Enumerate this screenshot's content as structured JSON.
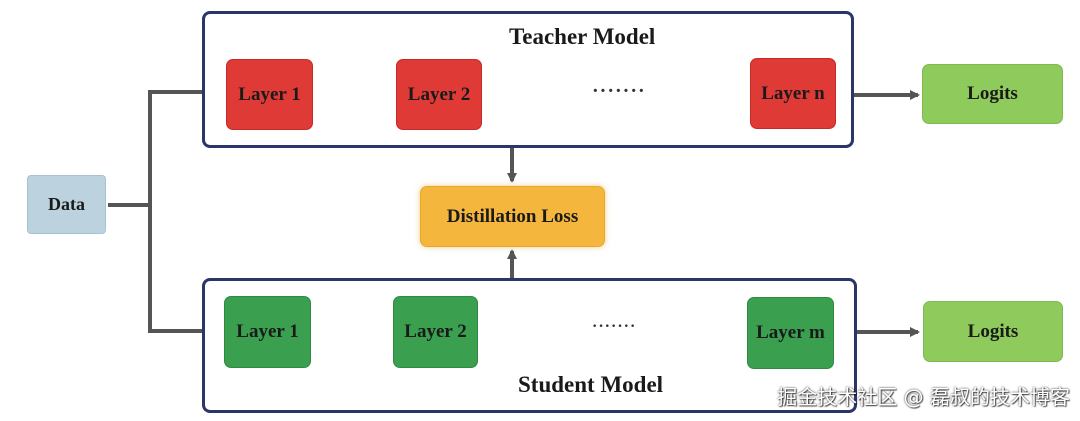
{
  "input": {
    "label": "Data"
  },
  "teacher": {
    "title": "Teacher Model",
    "layers": [
      "Layer 1",
      "Layer 2",
      "Layer n"
    ],
    "ellipsis": "·······",
    "output": "Logits"
  },
  "student": {
    "title": "Student Model",
    "layers": [
      "Layer 1",
      "Layer 2",
      "Layer m"
    ],
    "ellipsis": "·······",
    "output": "Logits"
  },
  "loss": {
    "label": "Distillation Loss"
  },
  "watermark": "掘金技术社区 @ 磊叔的技术博客",
  "colors": {
    "teacher_layer": "#e03a36",
    "student_layer": "#3aa050",
    "logits": "#8fca5c",
    "data": "#bcd3df",
    "loss": "#f4b63c",
    "frame_border": "#2b3569",
    "arrow": "#555555"
  }
}
